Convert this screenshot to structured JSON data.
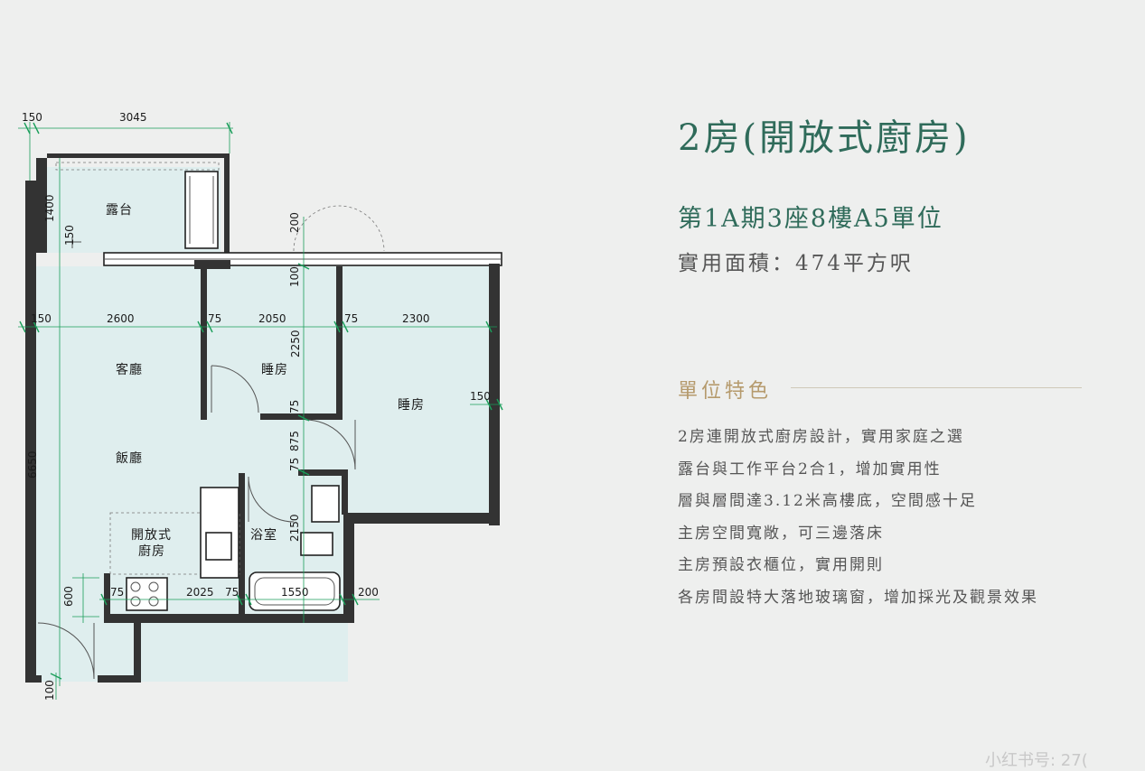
{
  "header": {
    "title": "2房(開放式廚房)",
    "unit": "第1A期3座8樓A5單位",
    "area": "實用面積：474平方呎"
  },
  "features": {
    "heading": "單位特色",
    "items": [
      "2房連開放式廚房設計，實用家庭之選",
      "露台與工作平台2合1，增加實用性",
      "層與層間達3.12米高樓底，空間感十足",
      "主房空間寬敞，可三邊落床",
      "主房預設衣櫃位，實用開則",
      "各房間設特大落地玻璃窗，增加採光及觀景效果"
    ]
  },
  "floorplan": {
    "rooms": {
      "balcony": "露台",
      "living": "客廳",
      "dining": "飯廳",
      "bedroom1": "睡房",
      "bedroom2": "睡房",
      "kitchen1": "開放式",
      "kitchen2": "廚房",
      "bathroom": "浴室"
    },
    "dimensions": {
      "top_150": "150",
      "top_3045": "3045",
      "v_1400": "1400",
      "v_150": "150",
      "v_200": "200",
      "v_100": "100",
      "row_150": "150",
      "row_2600": "2600",
      "row_75a": "75",
      "row_2050": "2050",
      "row_75b": "75",
      "row_2300": "2300",
      "v_2250": "2250",
      "right_150": "150",
      "v_75a": "75",
      "v_875": "875",
      "v_75b": "75",
      "v_6650": "6650",
      "v_2150": "2150",
      "v_600": "600",
      "b_75a": "75",
      "b_2025": "2025",
      "b_75b": "75",
      "b_1550": "1550",
      "b_200": "200",
      "v_100b": "100"
    }
  },
  "watermark": "小红书号: 27("
}
